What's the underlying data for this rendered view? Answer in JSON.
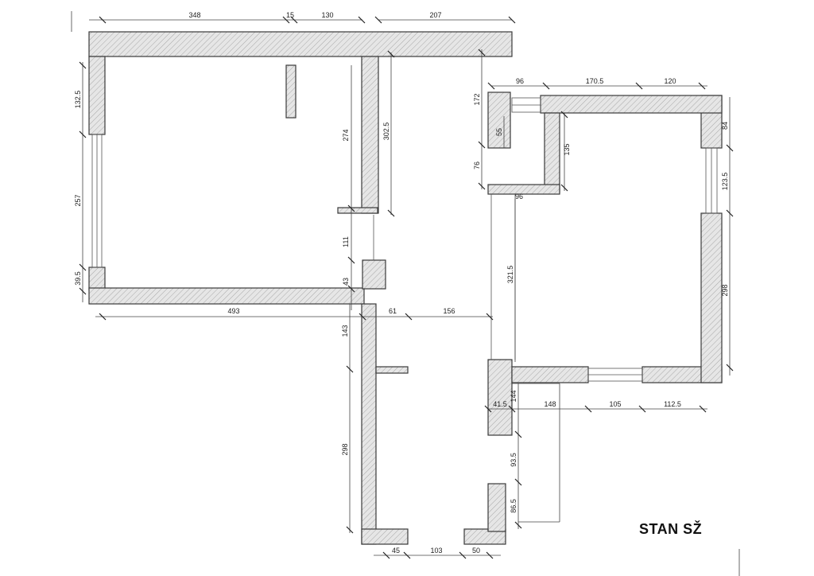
{
  "title": "STAN SŽ",
  "dimensions": {
    "d348": "348",
    "d15": "15",
    "d130": "130",
    "d207": "207",
    "d96a": "96",
    "d170_5": "170.5",
    "d120": "120",
    "d132_5": "132.5",
    "d257": "257",
    "d39_5": "39.5",
    "d274": "274",
    "d302_5": "302.5",
    "d172": "172",
    "d55": "55",
    "d76": "76",
    "d135": "135",
    "d96b": "96",
    "d84": "84",
    "d123_5": "123.5",
    "d111": "111",
    "d43": "43",
    "d493": "493",
    "d61": "61",
    "d156": "156",
    "d321_5": "321.5",
    "d298a": "298",
    "d143": "143",
    "d41_5": "41.5",
    "d144": "144",
    "d148": "148",
    "d105": "105",
    "d112_5": "112.5",
    "d298b": "298",
    "d93_5": "93.5",
    "d86_5": "86.5",
    "d45": "45",
    "d103": "103",
    "d50": "50"
  }
}
